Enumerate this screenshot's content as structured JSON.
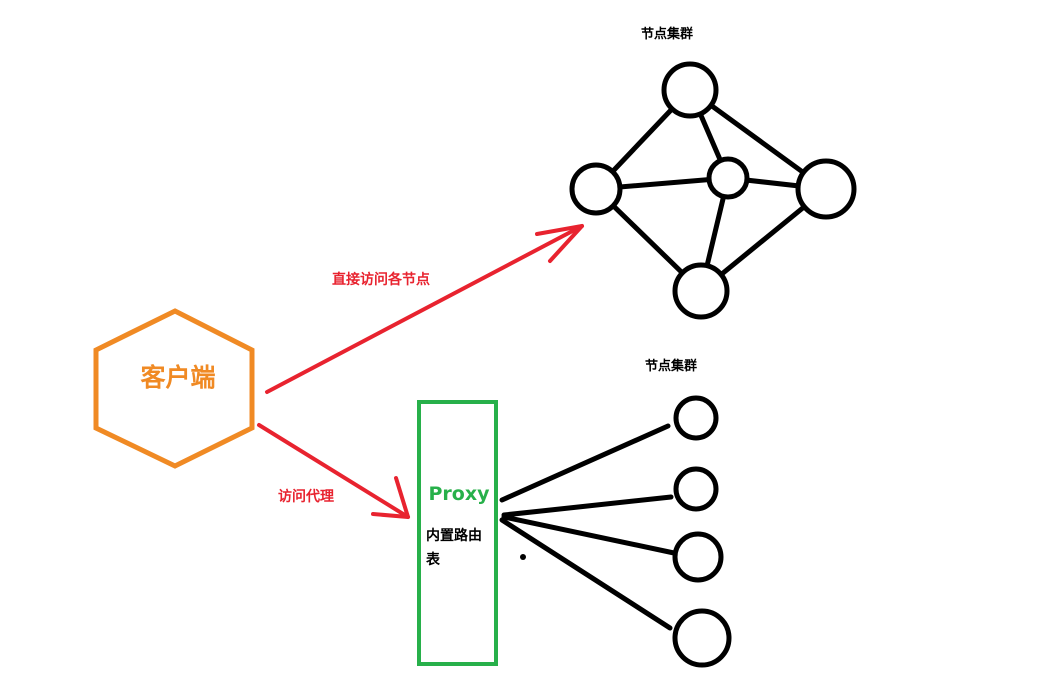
{
  "diagram": {
    "client": {
      "label": "客户端",
      "color": "#f08a24"
    },
    "top_cluster": {
      "title": "节点集群"
    },
    "bottom_cluster": {
      "title": "节点集群"
    },
    "direct_edge": {
      "label": "直接访问各节点",
      "color": "#e8232f"
    },
    "proxy_edge": {
      "label": "访问代理",
      "color": "#e8232f"
    },
    "proxy": {
      "title": "Proxy",
      "note_line1": "内置路由",
      "note_line2": "表",
      "color": "#27b04a"
    },
    "node_color": "#000000"
  }
}
